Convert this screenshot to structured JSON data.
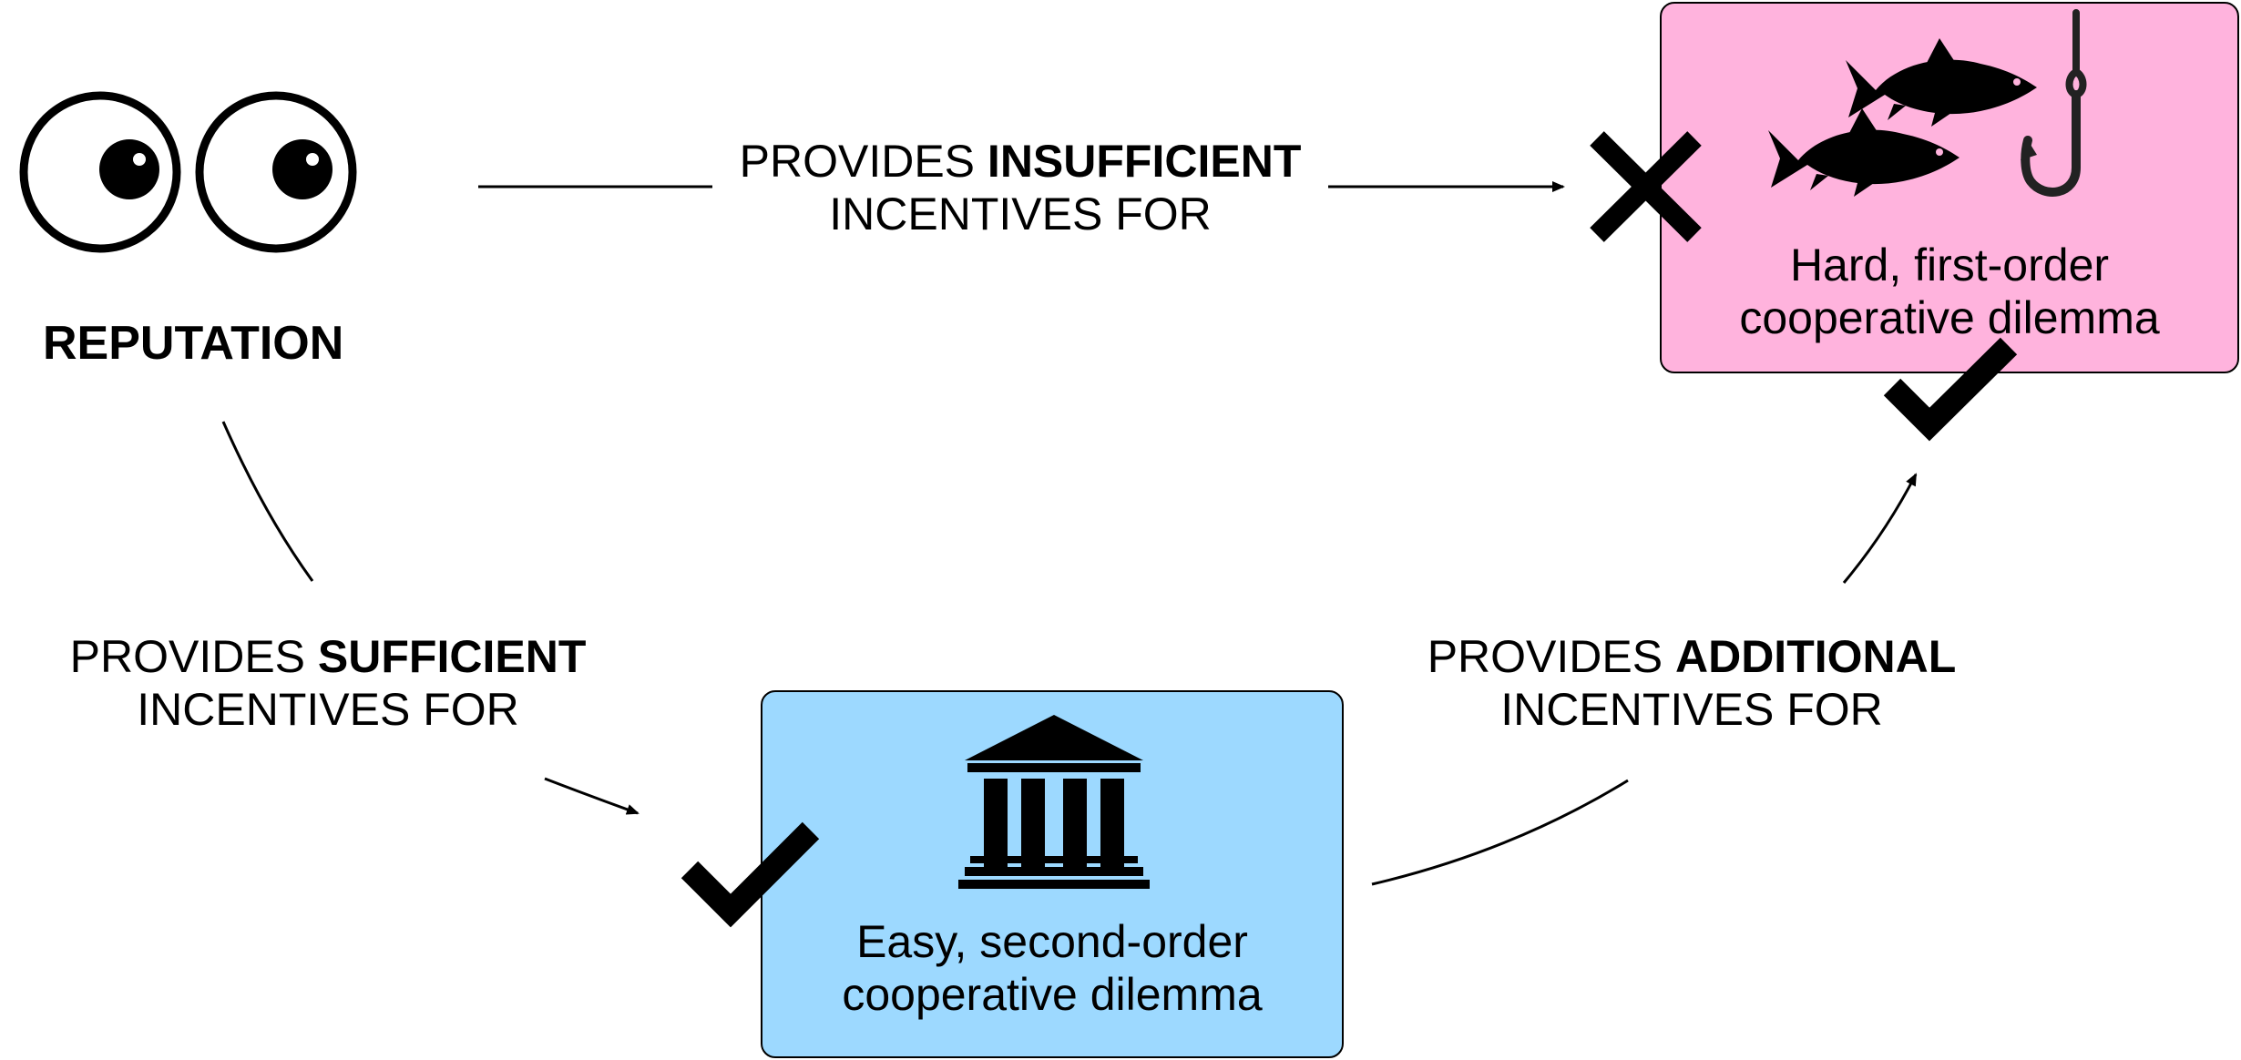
{
  "reputation": {
    "label": "REPUTATION",
    "icon": "eyes-icon"
  },
  "edge_top": {
    "line1_prefix": "PROVIDES ",
    "line1_bold": "INSUFFICIENT",
    "line2": "INCENTIVES FOR",
    "status_icon": "cross-icon"
  },
  "edge_left": {
    "line1_prefix": "PROVIDES ",
    "line1_bold": "SUFFICIENT",
    "line2": "INCENTIVES FOR",
    "status_icon": "check-icon"
  },
  "edge_right": {
    "line1_prefix": "PROVIDES ",
    "line1_bold": "ADDITIONAL",
    "line2": "INCENTIVES FOR",
    "status_icon": "check-icon"
  },
  "box_first_order": {
    "line1": "Hard, first-order",
    "line2": "cooperative dilemma",
    "icon": "fish-and-hook-icon",
    "color": "#ffb3dd"
  },
  "box_second_order": {
    "line1": "Easy, second-order",
    "line2": "cooperative dilemma",
    "icon": "institution-building-icon",
    "color": "#9dd9ff"
  }
}
